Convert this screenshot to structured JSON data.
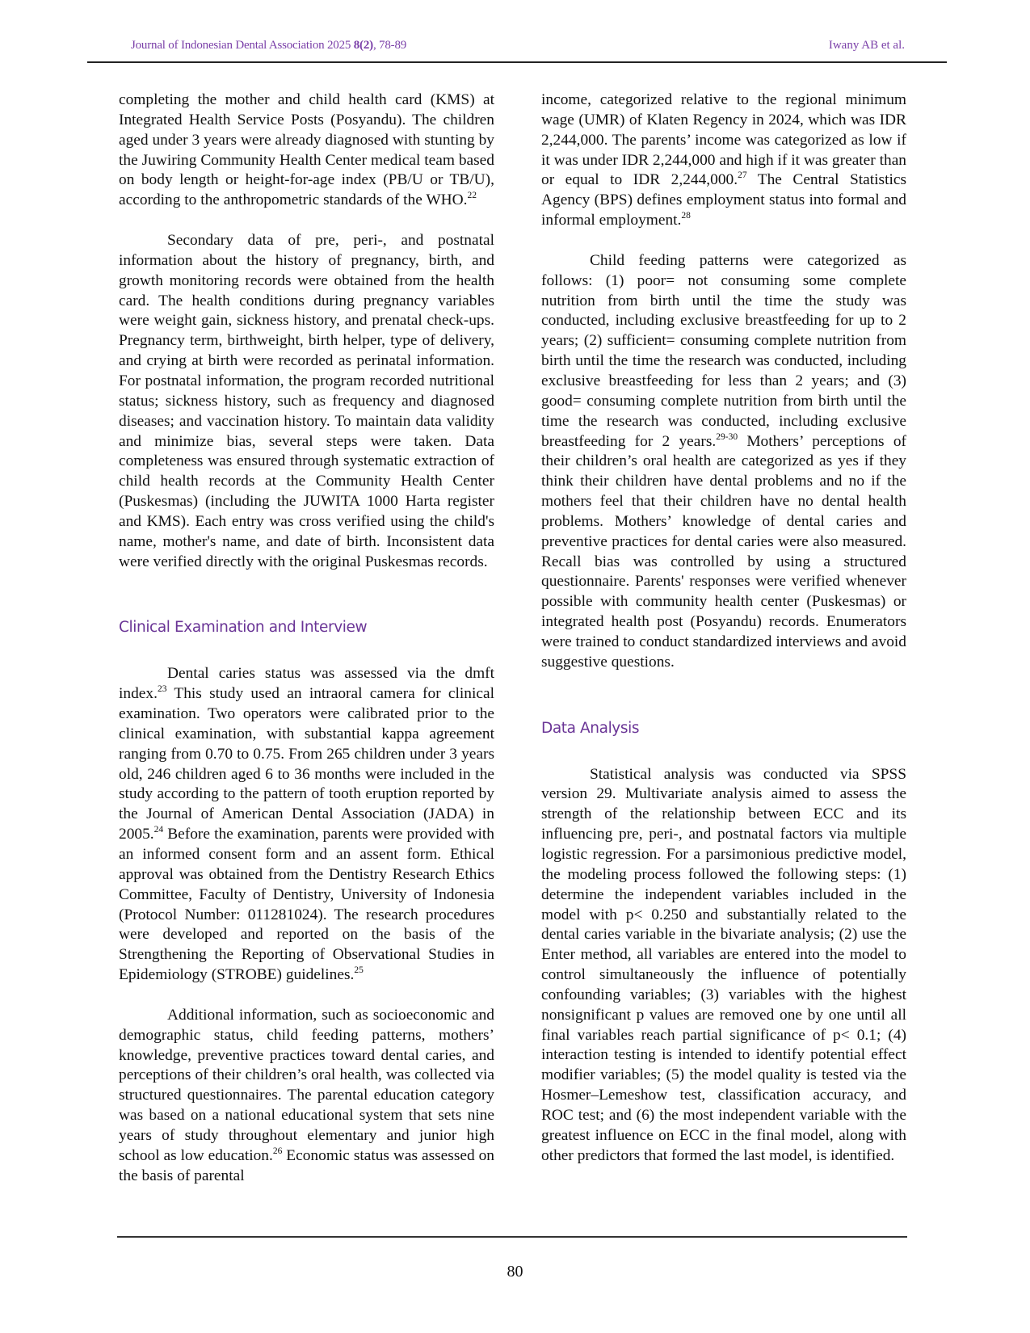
{
  "header": {
    "journal": "Journal of Indonesian Dental Association 2025 ",
    "volume_issue": "8(2)",
    "pages": ", 78-89",
    "authors": "Iwany AB et al."
  },
  "left_column": {
    "p1": {
      "text": "completing the mother and child health card (KMS) at Integrated Health Service Posts (Posyandu). The children aged under 3 years were already diagnosed with stunting by the Juwiring Community Health Center medical team based on body length or height-for-age index (PB/U or TB/U), according to the anthropometric standards of the WHO.",
      "ref": "22"
    },
    "p2": {
      "text": "Secondary data of pre, peri-, and postnatal information about the history of pregnancy, birth, and growth monitoring records were obtained from the health card. The health conditions during pregnancy variables were weight gain, sickness history, and prenatal check-ups. Pregnancy term, birthweight, birth helper, type of delivery, and crying at birth were recorded as perinatal information. For postnatal information, the program recorded nutritional status; sickness history, such as frequency and diagnosed diseases; and vaccination history. To maintain data validity and minimize bias, several steps were taken. Data completeness was ensured through systematic extraction of child health records at the Community Health Center (Puskesmas) (including the JUWITA 1000 Harta register and KMS). Each entry was cross verified using the child's name, mother's name, and date of birth. Inconsistent data were verified directly with the original Puskesmas records."
    },
    "heading": "Clinical Examination and Interview",
    "p3": {
      "a": "Dental caries status was assessed via the dmft index.",
      "ref_a": "23",
      "b": " This study used an intraoral camera for clinical examination. Two operators were calibrated prior to the clinical examination, with substantial kappa agreement ranging from 0.70 to 0.75. From 265 children under 3 years old, 246 children aged 6 to 36 months were included in the study according to the pattern of tooth eruption reported by the Journal of American Dental Association (JADA) in 2005.",
      "ref_b": "24",
      "c": " Before the examination, parents were provided with an informed consent form and an assent form. Ethical approval was obtained from the Dentistry Research Ethics Committee, Faculty of Dentistry, University of Indonesia (Protocol Number: 011281024). The research procedures were developed and reported on the basis of the Strengthening the Reporting of Observational Studies in Epidemiology (STROBE) guidelines.",
      "ref_c": "25"
    },
    "p4": {
      "a": "Additional information, such as socioeconomic and demographic status, child feeding patterns, mothers’ knowledge, preventive practices toward dental caries, and perceptions of their children’s oral health, was collected via structured questionnaires. The parental education category was based on a national educational system that sets nine years of study throughout elementary and junior high school as low education.",
      "ref_a": "26",
      "b": " Economic status was assessed on the basis of parental"
    }
  },
  "right_column": {
    "p1": {
      "a": "income, categorized relative to the regional minimum wage (UMR) of Klaten Regency in 2024, which was IDR 2,244,000. The parents’ income was categorized as low if it was under IDR 2,244,000 and high if it was greater than or equal to IDR 2,244,000.",
      "ref_a": "27",
      "b": " The Central Statistics Agency (BPS) defines employment status into formal and informal employment.",
      "ref_b": "28"
    },
    "p2": {
      "a": "Child feeding patterns were categorized as follows: (1) poor= not consuming some complete nutrition from birth until the time the study was conducted, including exclusive breastfeeding for up to 2 years; (2) sufficient= consuming complete nutrition from birth until the time the research was conducted, including exclusive breastfeeding for less than 2 years; and (3) good= consuming complete nutrition from birth until the time the research was conducted, including exclusive breastfeeding for 2 years.",
      "ref_a": "29-30",
      "b": " Mothers’ perceptions of their children’s oral health are categorized as yes if they think their children have dental problems and no if the mothers feel that their children have no dental health problems. Mothers’ knowledge of dental caries and preventive practices for dental caries were also measured. Recall bias was controlled by using a structured questionnaire. Parents' responses were verified whenever possible with community health center (Puskesmas) or integrated health post (Posyandu) records. Enumerators were trained to conduct standardized interviews and avoid suggestive questions."
    },
    "heading": "Data Analysis",
    "p3": {
      "text": "Statistical analysis was conducted via SPSS version 29. Multivariate analysis aimed to assess the strength of the relationship between ECC and its influencing pre, peri-, and postnatal factors via multiple logistic regression. For a parsimonious predictive model, the modeling process followed the following steps: (1) determine the independent variables included in the model with p< 0.250 and substantially related to the dental caries variable in the bivariate analysis; (2) use the Enter method, all variables are entered into the model to control simultaneously the influence of potentially confounding variables; (3) variables with the highest nonsignificant p values are removed one by one until all final variables reach partial significance of p< 0.1; (4) interaction testing is intended to identify potential effect modifier variables; (5) the model quality is tested via the Hosmer–Lemeshow test, classification accuracy, and ROC test; and (6) the most independent variable with the greatest influence on ECC in the final model, along with other predictors that formed the last model, is identified."
    }
  },
  "footer": {
    "page_number": "80"
  },
  "colors": {
    "header_text": "#7a3fa8",
    "heading": "#6a3596",
    "body_text": "#111111",
    "rule": "#222222"
  }
}
